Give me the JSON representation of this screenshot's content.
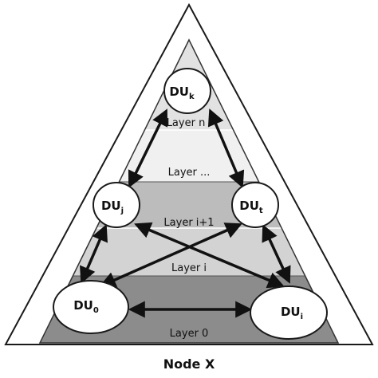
{
  "diagram": {
    "caption": "Node X",
    "layers": [
      {
        "id": "n",
        "label": "Layer n",
        "fill": "#e2e2e2"
      },
      {
        "id": "dots",
        "label": "Layer ...",
        "fill": "#f0f0f0"
      },
      {
        "id": "i1",
        "label": "Layer i+1",
        "fill": "#bcbcbc"
      },
      {
        "id": "i",
        "label": "Layer i",
        "fill": "#d3d3d3"
      },
      {
        "id": "zero",
        "label": "Layer 0",
        "fill": "#8c8c8c"
      }
    ],
    "nodes": [
      {
        "id": "k",
        "main": "DU",
        "sub": "k"
      },
      {
        "id": "j",
        "main": "DU",
        "sub": "j"
      },
      {
        "id": "t",
        "main": "DU",
        "sub": "t"
      },
      {
        "id": "zero",
        "main": "DU",
        "sub": "0"
      },
      {
        "id": "i",
        "main": "DU",
        "sub": "i"
      }
    ],
    "connections": [
      {
        "from": "k",
        "to": "j"
      },
      {
        "from": "k",
        "to": "t"
      },
      {
        "from": "j",
        "to": "zero"
      },
      {
        "from": "t",
        "to": "i"
      },
      {
        "from": "j",
        "to": "i"
      },
      {
        "from": "t",
        "to": "zero"
      },
      {
        "from": "zero",
        "to": "i"
      }
    ],
    "colors": {
      "outline": "#1a1a1a",
      "node_fill": "#ffffff",
      "arrow": "#111111",
      "outer_triangle_fill": "#ffffff"
    }
  }
}
